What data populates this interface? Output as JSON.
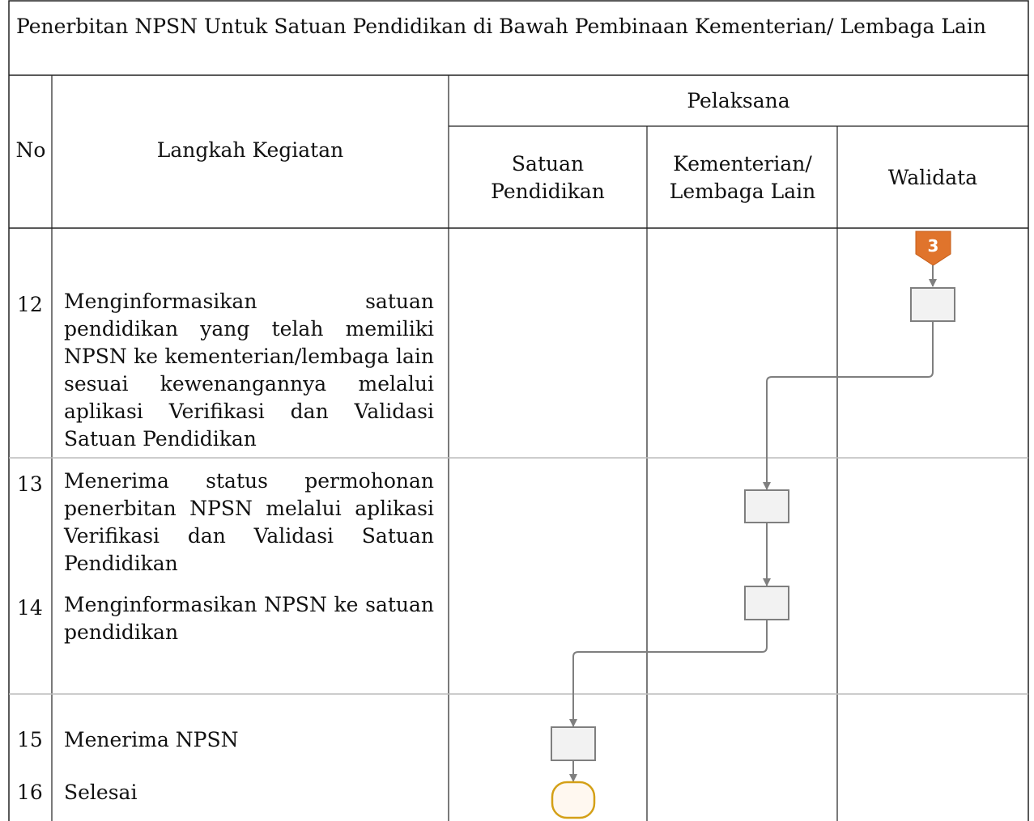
{
  "title": "Penerbitan NPSN Untuk Satuan Pendidikan di Bawah Pembinaan Kementerian/ Lembaga Lain",
  "header": {
    "no": "No",
    "langkah": "Langkah Kegiatan",
    "pelaksana": "Pelaksana",
    "lanes": [
      "Satuan Pendidikan",
      "Kementerian/ Lembaga Lain",
      "Walidata"
    ]
  },
  "connector": {
    "label": "3",
    "color": "#E0742C"
  },
  "steps": [
    {
      "no": "12",
      "text": "Menginformasikan satuan pendidikan yang telah memiliki NPSN ke kementerian/lembaga lain sesuai kewenangannya melalui aplikasi Verifikasi dan Validasi Satuan Pendidikan",
      "lane": "Walidata"
    },
    {
      "no": "13",
      "text": "Menerima status permohonan penerbitan NPSN melalui aplikasi Verifikasi dan Validasi Satuan Pendidikan",
      "lane": "Kementerian/ Lembaga Lain"
    },
    {
      "no": "14",
      "text": "Menginformasikan NPSN ke satuan pendidikan",
      "lane": "Kementerian/ Lembaga Lain"
    },
    {
      "no": "15",
      "text": "Menerima NPSN",
      "lane": "Satuan Pendidikan"
    },
    {
      "no": "16",
      "text": "Selesai",
      "lane": "Satuan Pendidikan"
    }
  ],
  "colors": {
    "border": "#222222",
    "row_divider": "#bbbbbb",
    "process_fill": "#f2f2f2",
    "process_stroke": "#7f7f7f",
    "arrow": "#7f7f7f",
    "terminator_fill": "#fff8f0",
    "terminator_stroke": "#d4a017"
  }
}
